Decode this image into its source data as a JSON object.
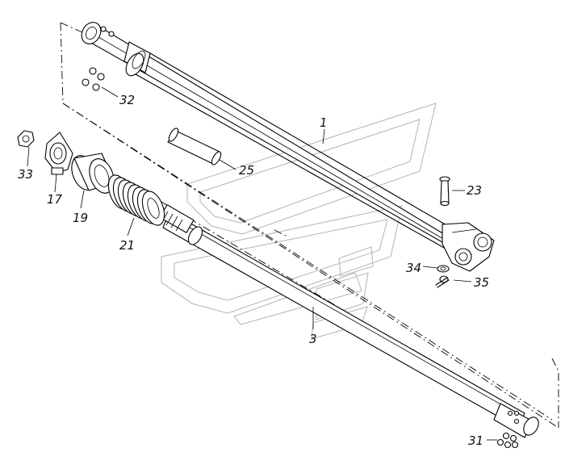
{
  "diagram": {
    "labels": {
      "p1": "1",
      "p3": "3",
      "p17": "17",
      "p19": "19",
      "p21": "21",
      "p23": "23",
      "p25": "25",
      "p31": "31",
      "p32": "32",
      "p33": "33",
      "p34": "34",
      "p35": "35"
    },
    "colors": {
      "line": "#000000",
      "background": "#ffffff",
      "watermark": "#b9b9b9"
    }
  }
}
